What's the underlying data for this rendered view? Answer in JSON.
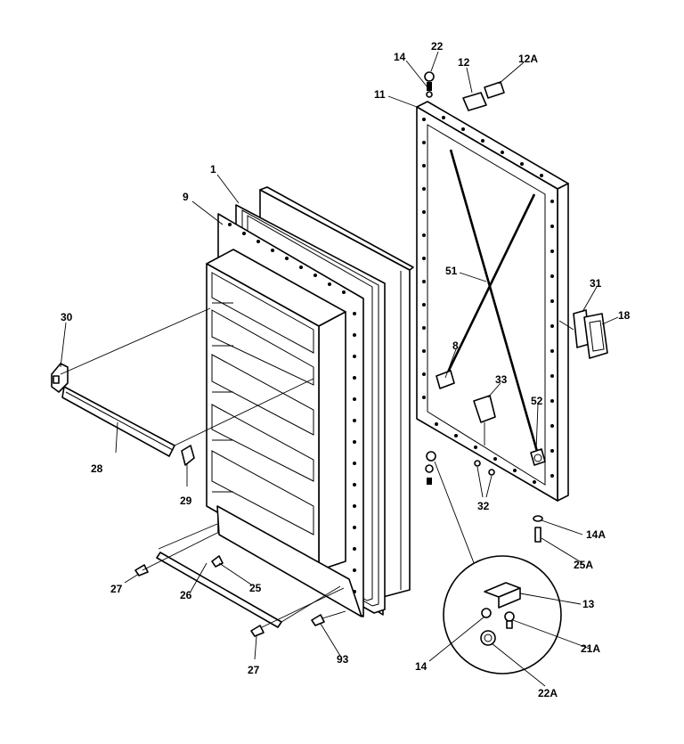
{
  "diagram": {
    "callouts": [
      {
        "id": "c-1",
        "label": "1"
      },
      {
        "id": "c-9",
        "label": "9"
      },
      {
        "id": "c-30",
        "label": "30"
      },
      {
        "id": "c-28",
        "label": "28"
      },
      {
        "id": "c-29",
        "label": "29"
      },
      {
        "id": "c-27a",
        "label": "27"
      },
      {
        "id": "c-26",
        "label": "26"
      },
      {
        "id": "c-25",
        "label": "25"
      },
      {
        "id": "c-27b",
        "label": "27"
      },
      {
        "id": "c-93",
        "label": "93"
      },
      {
        "id": "c-14",
        "label": "14"
      },
      {
        "id": "c-22",
        "label": "22"
      },
      {
        "id": "c-12",
        "label": "12"
      },
      {
        "id": "c-12A",
        "label": "12A"
      },
      {
        "id": "c-11",
        "label": "11"
      },
      {
        "id": "c-51",
        "label": "51"
      },
      {
        "id": "c-31",
        "label": "31"
      },
      {
        "id": "c-18",
        "label": "18"
      },
      {
        "id": "c-8",
        "label": "8"
      },
      {
        "id": "c-33",
        "label": "33"
      },
      {
        "id": "c-52",
        "label": "52"
      },
      {
        "id": "c-32",
        "label": "32"
      },
      {
        "id": "c-14A",
        "label": "14A"
      },
      {
        "id": "c-25A",
        "label": "25A"
      },
      {
        "id": "c-13",
        "label": "13"
      },
      {
        "id": "c-21A",
        "label": "21A"
      },
      {
        "id": "c-14b",
        "label": "14"
      },
      {
        "id": "c-22A",
        "label": "22A"
      }
    ]
  }
}
